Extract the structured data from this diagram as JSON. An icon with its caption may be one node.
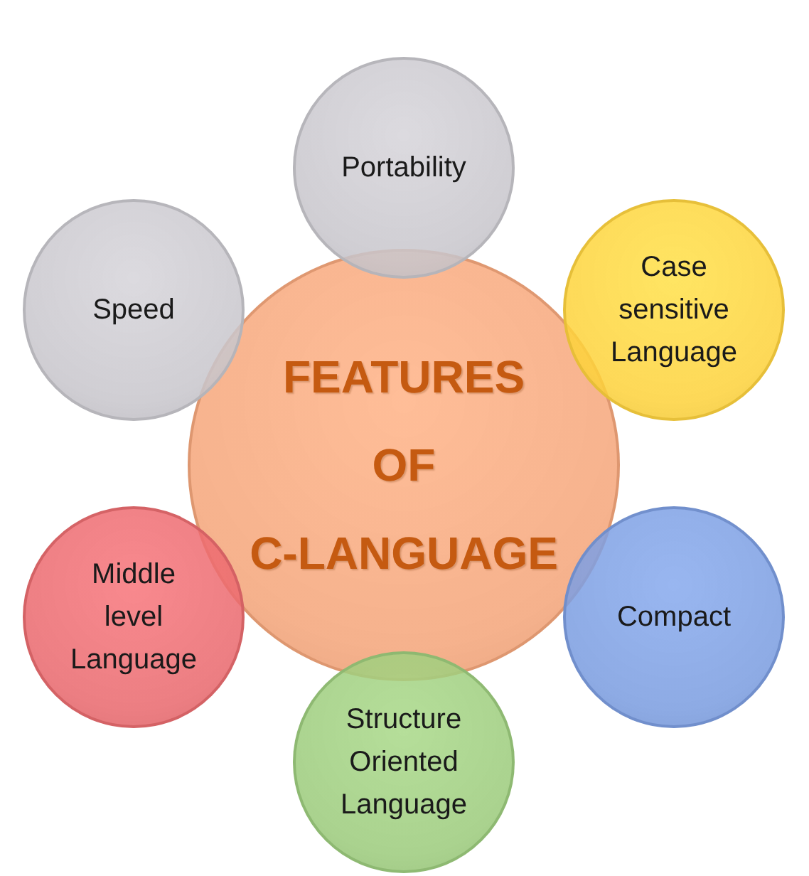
{
  "diagram": {
    "nodes": [
      {
        "text": [
          "FEATURES OF C-LANGUAGE"
        ]
      },
      {
        "text": [
          "Portability"
        ]
      },
      {
        "text": [
          "Case sensitive Language"
        ]
      },
      {
        "text": [
          "Compact"
        ]
      },
      {
        "text": [
          "Structure Oriented Language"
        ]
      },
      {
        "text": [
          "Middle level Language"
        ]
      },
      {
        "text": [
          "Speed"
        ]
      }
    ]
  }
}
